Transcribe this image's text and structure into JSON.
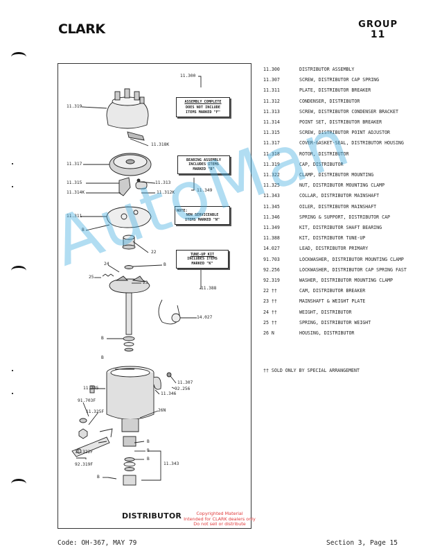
{
  "header": {
    "brand": "CLARK",
    "group_label": "GROUP",
    "group_number": "11"
  },
  "diagram": {
    "caption": "DISTRIBUTOR",
    "callouts": {
      "c11300": "11.300",
      "c11319": "11.319",
      "c11318k": "11.318K",
      "c11317": "11.317",
      "c11315": "11.315",
      "c11313": "11.313",
      "c11314k": "11.314K",
      "c11312k": "11.312K",
      "c11349": "11.349",
      "c11311": "11.311",
      "b1": "B",
      "c22": "22",
      "c24": "24",
      "b2": "B",
      "c25": "25",
      "c23": "23",
      "c11388": "11.388",
      "c14027": "14.027",
      "b3": "B",
      "b4": "B",
      "c11307": "11.307",
      "c92256": "92.256",
      "c11345": "11.345",
      "c11346": "11.346",
      "c91703f": "91.703F",
      "c11325f": "11.325F",
      "c26n": "26N",
      "b5": "B",
      "b6": "B",
      "c11322f": "11.322F",
      "b7": "B",
      "c11343": "11.343",
      "c92319f": "92.319F",
      "b8": "B"
    },
    "notes": {
      "assembly": [
        "ASSEMBLY COMPLETE",
        "DOES NOT INCLUDE",
        "ITEMS MARKED \"F\""
      ],
      "bearing": [
        "BEARING ASSEMBLY",
        "INCLUDES ITEMS",
        "MARKED \"B\""
      ],
      "nonservice": [
        "NOTE:",
        "NON SERVICEABLE",
        "ITEMS MARKED \"N\""
      ],
      "tuneup": [
        "TUNE-UP KIT",
        "INCLUDES ITEMS",
        "MARKED \"K\""
      ]
    }
  },
  "parts_list": [
    {
      "number": "11.300",
      "description": "DISTRIBUTOR ASSEMBLY"
    },
    {
      "number": "11.307",
      "description": "SCREW, DISTRIBUTOR CAP SPRING"
    },
    {
      "number": "11.311",
      "description": "PLATE, DISTRIBUTOR BREAKER"
    },
    {
      "number": "11.312",
      "description": "CONDENSER, DISTRIBUTOR"
    },
    {
      "number": "11.313",
      "description": "SCREW, DISTRIBUTOR CONDENSER BRACKET"
    },
    {
      "number": "11.314",
      "description": "POINT SET, DISTRIBUTOR BREAKER"
    },
    {
      "number": "11.315",
      "description": "SCREW, DISTRIBUTOR POINT ADJUSTOR"
    },
    {
      "number": "11.317",
      "description": "COVER-GASKET-SEAL, DISTRIBUTOR HOUSING"
    },
    {
      "number": "11.318",
      "description": "ROTOR, DISTRIBUTOR"
    },
    {
      "number": "11.319",
      "description": "CAP, DISTRIBUTOR"
    },
    {
      "number": "11.322",
      "description": "CLAMP, DISTRIBUTOR MOUNTING"
    },
    {
      "number": "11.325",
      "description": "NUT, DISTRIBUTOR MOUNTING CLAMP"
    },
    {
      "number": "11.343",
      "description": "COLLAR, DISTRIBUTOR MAINSHAFT"
    },
    {
      "number": "11.345",
      "description": "OILER, DISTRIBUTOR MAINSHAFT"
    },
    {
      "number": "11.346",
      "description": "SPRING & SUPPORT, DISTRIBUTOR CAP"
    },
    {
      "number": "11.349",
      "description": "KIT, DISTRIBUTOR SHAFT BEARING"
    },
    {
      "number": "11.388",
      "description": "KIT, DISTRIBUTOR TUNE-UP"
    },
    {
      "number": "14.027",
      "description": "LEAD, DISTRIBUTOR PRIMARY"
    },
    {
      "number": "91.703",
      "description": "LOCKWASHER, DISTRIBUTOR MOUNTING CLAMP"
    },
    {
      "number": "92.256",
      "description": "LOCKWASHER, DISTRIBUTOR CAP SPRING FAST"
    },
    {
      "number": "92.319",
      "description": "WASHER, DISTRIBUTOR MOUNTING CLAMP"
    },
    {
      "number": "22 ††",
      "description": "CAM, DISTRIBUTOR BREAKER"
    },
    {
      "number": "23 ††",
      "description": "MAINSHAFT & WEIGHT PLATE"
    },
    {
      "number": "24 ††",
      "description": "WEIGHT, DISTRIBUTOR"
    },
    {
      "number": "25 ††",
      "description": "SPRING, DISTRIBUTOR WEIGHT"
    },
    {
      "number": "26 N",
      "description": "HOUSING, DISTRIBUTOR"
    }
  ],
  "footnote": "†† SOLD ONLY BY SPECIAL ARRANGEMENT",
  "footer": {
    "code": "Code: OH-367, MAY 79",
    "section": "Section 3, Page 15"
  },
  "copyright": [
    "Copyrighted Material",
    "Intended for CLARK dealers only",
    "Do not sell or distribute"
  ],
  "watermark": "AutoMan"
}
